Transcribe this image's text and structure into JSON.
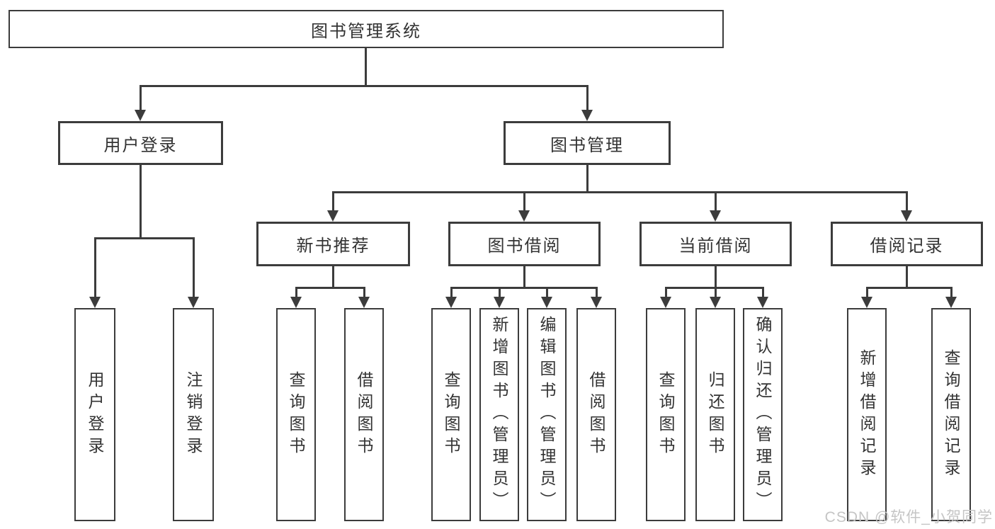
{
  "diagram_type": "hierarchy-tree",
  "colors": {
    "line": "#3c3c3c",
    "box_border": "#3c3c3c",
    "box_fill": "#ffffff",
    "text": "#333333",
    "background": "#ffffff",
    "watermark": "#c5c5c5"
  },
  "tree": {
    "root": {
      "label": "图书管理系统",
      "children": [
        {
          "label": "用户登录",
          "children": [
            {
              "label": "用户登录"
            },
            {
              "label": "注销登录"
            }
          ]
        },
        {
          "label": "图书管理",
          "children": [
            {
              "label": "新书推荐",
              "children": [
                {
                  "label": "查询图书"
                },
                {
                  "label": "借阅图书"
                }
              ]
            },
            {
              "label": "图书借阅",
              "children": [
                {
                  "label": "查询图书"
                },
                {
                  "label": "新增图书（管理员）"
                },
                {
                  "label": "编辑图书（管理员）"
                },
                {
                  "label": "借阅图书"
                }
              ]
            },
            {
              "label": "当前借阅",
              "children": [
                {
                  "label": "查询图书"
                },
                {
                  "label": "归还图书"
                },
                {
                  "label": "确认归还（管理员）"
                }
              ]
            },
            {
              "label": "借阅记录",
              "children": [
                {
                  "label": "新增借阅记录"
                },
                {
                  "label": "查询借阅记录"
                }
              ]
            }
          ]
        }
      ]
    }
  },
  "watermark": "CSDN @软件_小贺同学"
}
